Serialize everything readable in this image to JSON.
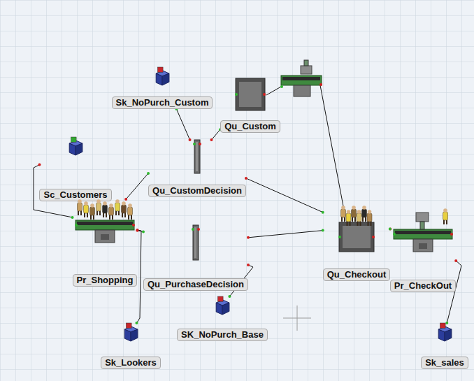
{
  "diagram": {
    "nodes": [
      {
        "text": [
          "Sk_NoPurch_Custom"
        ]
      },
      {
        "text": [
          "Qu_Custom"
        ]
      },
      {
        "text": [
          "Sc_Customers"
        ]
      },
      {
        "text": [
          "Qu_CustomDecision"
        ]
      },
      {
        "text": [
          "Pr_Shopping"
        ]
      },
      {
        "text": [
          "Qu_PurchaseDecision"
        ]
      },
      {
        "text": [
          "Qu_Checkout"
        ]
      },
      {
        "text": [
          "Pr_CheckOut"
        ]
      },
      {
        "text": [
          "SK_NoPurch_Base"
        ]
      },
      {
        "text": [
          "Sk_Lookers"
        ]
      },
      {
        "text": [
          "Sk_sales"
        ]
      }
    ],
    "edges": [
      {
        "from": 2,
        "to": 4,
        "arrow": "none"
      },
      {
        "from": 4,
        "to": 3,
        "arrow": "none"
      },
      {
        "from": 4,
        "to": 5,
        "arrow": "none"
      },
      {
        "from": 4,
        "to": 9,
        "arrow": "none"
      },
      {
        "from": 3,
        "to": 0,
        "arrow": "none"
      },
      {
        "from": 3,
        "to": 1,
        "arrow": "none"
      },
      {
        "from": 3,
        "to": 6,
        "arrow": "none"
      },
      {
        "from": 5,
        "to": 6,
        "arrow": "none"
      },
      {
        "from": 5,
        "to": 8,
        "arrow": "none"
      },
      {
        "from": 6,
        "to": 7,
        "arrow": "none"
      },
      {
        "from": 7,
        "to": 10,
        "arrow": "none"
      }
    ]
  }
}
